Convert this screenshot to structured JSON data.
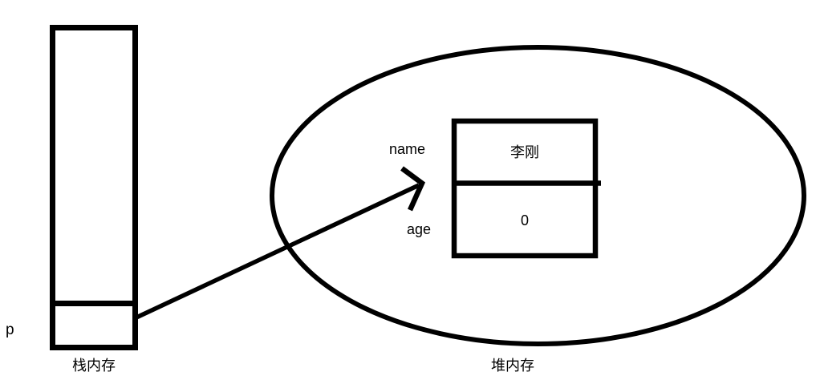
{
  "colors": {
    "background": "#ffffff",
    "stroke": "#000000",
    "text": "#000000"
  },
  "stack": {
    "label": "栈内存",
    "pointer_label": "p"
  },
  "heap": {
    "label": "堆内存",
    "object": {
      "fields": [
        {
          "name": "name",
          "value": "李刚"
        },
        {
          "name": "age",
          "value": "0"
        }
      ]
    }
  }
}
